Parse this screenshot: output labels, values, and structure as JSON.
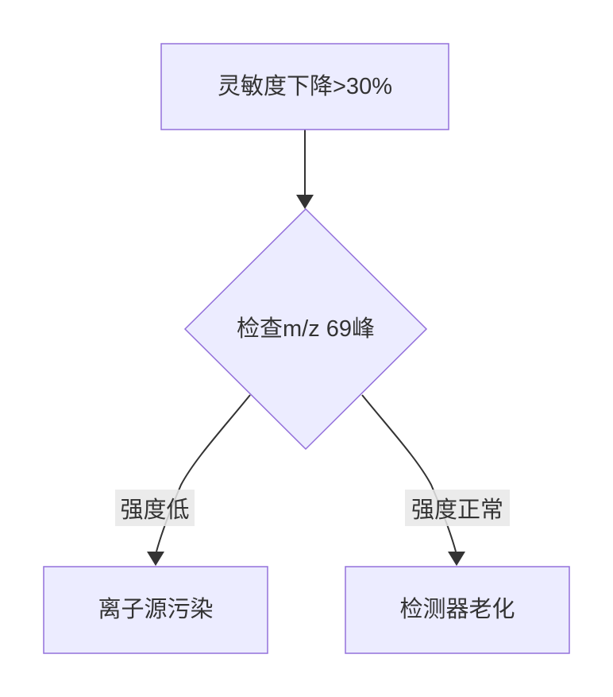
{
  "diagram": {
    "type": "flowchart",
    "direction": "top-down",
    "colors": {
      "background": "#ffffff",
      "node_fill": "#ECECFF",
      "node_border": "#9370DB",
      "edge_line": "#333333",
      "text": "#333333",
      "edge_label_bg": "#e8e8e8"
    },
    "nodes": [
      {
        "id": "A",
        "shape": "rectangle",
        "label": "灵敏度下降>30%"
      },
      {
        "id": "B",
        "shape": "diamond",
        "label": "检查m/z 69峰"
      },
      {
        "id": "C",
        "shape": "rectangle",
        "label": "离子源污染"
      },
      {
        "id": "D",
        "shape": "rectangle",
        "label": "检测器老化"
      }
    ],
    "edges": [
      {
        "from": "A",
        "to": "B",
        "label": ""
      },
      {
        "from": "B",
        "to": "C",
        "label": "强度低"
      },
      {
        "from": "B",
        "to": "D",
        "label": "强度正常"
      }
    ]
  }
}
